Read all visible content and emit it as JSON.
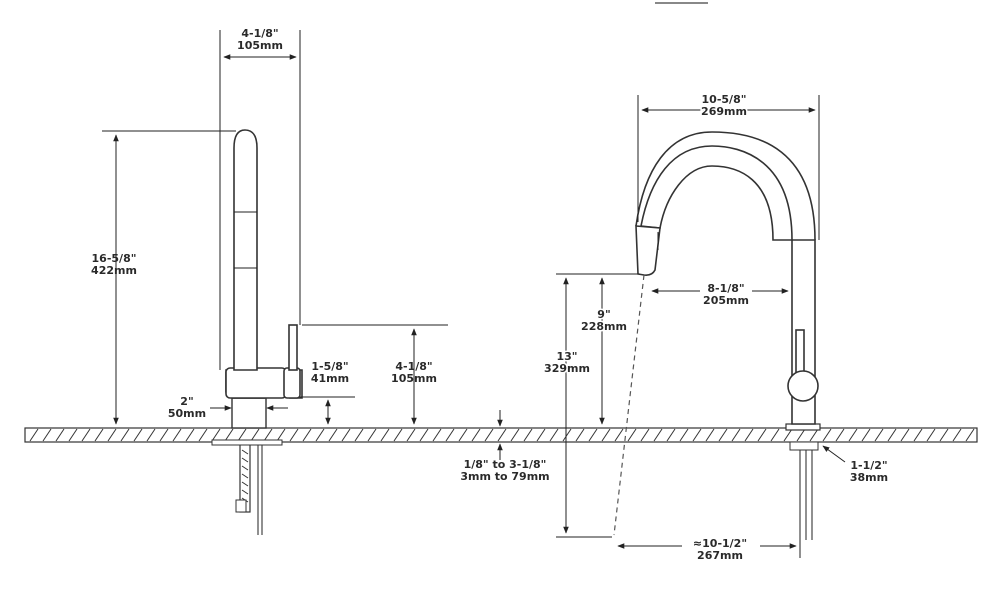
{
  "header_fragment": "",
  "left_view": {
    "top_width": {
      "imperial": "4-1/8\"",
      "metric": "105mm"
    },
    "height": {
      "imperial": "16-5/8\"",
      "metric": "422mm"
    },
    "spout_height": {
      "imperial": "4-1/8\"",
      "metric": "105mm"
    },
    "lever_height": {
      "imperial": "1-5/8\"",
      "metric": "41mm"
    },
    "base_diameter": {
      "imperial": "2\"",
      "metric": "50mm"
    }
  },
  "right_view": {
    "overall_reach": {
      "imperial": "10-5/8\"",
      "metric": "269mm"
    },
    "spout_reach": {
      "imperial": "8-1/8\"",
      "metric": "205mm"
    },
    "spout_clearance": {
      "imperial": "9\"",
      "metric": "228mm"
    },
    "overall_clearance": {
      "imperial": "13\"",
      "metric": "329mm"
    },
    "pull_out_reach": {
      "imperial": "≈10-1/2\"",
      "metric": "267mm"
    },
    "shank_diameter": {
      "imperial": "1-1/2\"",
      "metric": "38mm"
    }
  },
  "deck_thickness": {
    "imperial": "1/8\" to 3-1/8\"",
    "metric": "3mm to 79mm"
  }
}
